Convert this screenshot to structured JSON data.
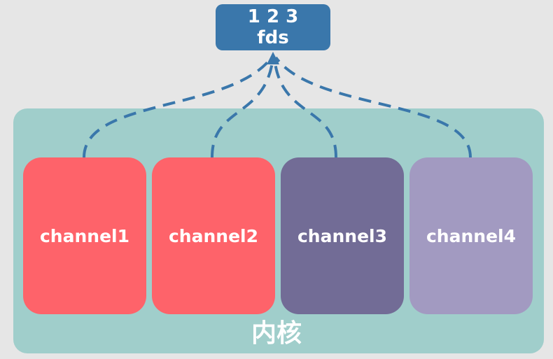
{
  "fd_box": {
    "line1": "1 2 3",
    "line2": "fds",
    "color": "#3a77ab"
  },
  "kernel": {
    "label": "内核",
    "color": "#a0cecb"
  },
  "channels": [
    {
      "label": "channel1",
      "color": "#fe636a"
    },
    {
      "label": "channel2",
      "color": "#fe636a"
    },
    {
      "label": "channel3",
      "color": "#726c96"
    },
    {
      "label": "channel4",
      "color": "#a29ac1"
    }
  ],
  "link_color": "#3a77ab"
}
